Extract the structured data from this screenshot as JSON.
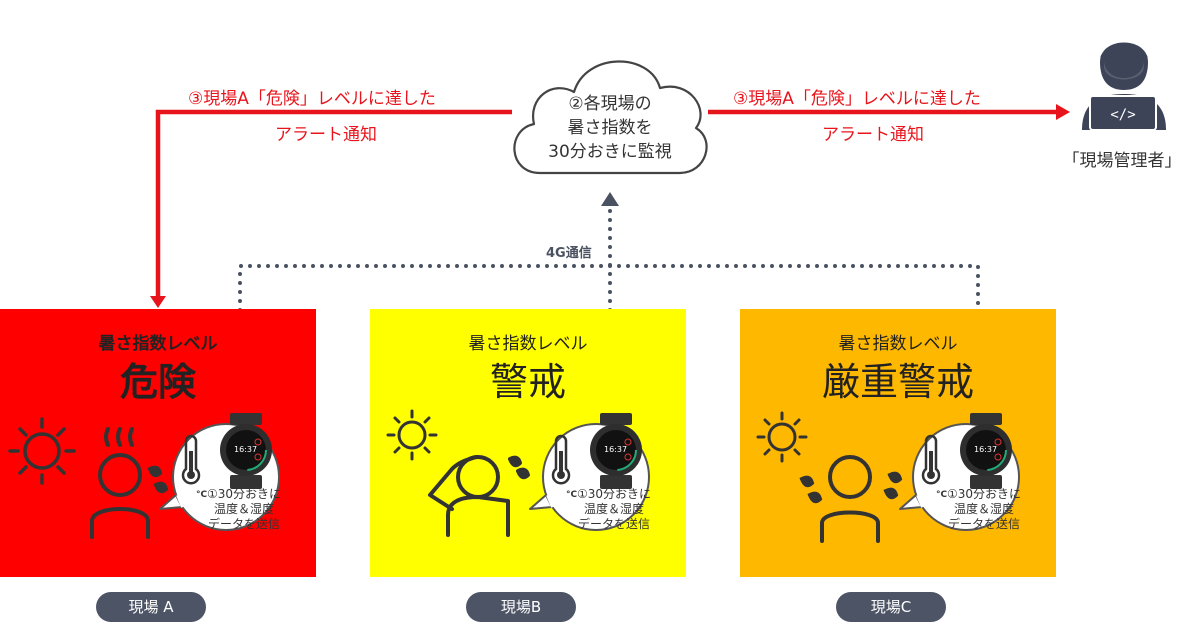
{
  "cloud": {
    "line1": "②各現場の",
    "line2": "暑さ指数を",
    "line3": "30分おきに監視"
  },
  "alert_left": {
    "line1": "③現場A「危険」レベルに達した",
    "line2": "アラート通知"
  },
  "alert_right": {
    "line1": "③現場A「危険」レベルに達した",
    "line2": "アラート通知"
  },
  "manager": {
    "label": "「現場管理者」",
    "icon": "code-icon"
  },
  "comm": {
    "label": "4G通信"
  },
  "sites": [
    {
      "heading": "暑さ指数レベル",
      "level": "危険",
      "bubble": [
        "①30分おきに",
        "温度＆湿度",
        "データを送信"
      ],
      "pill": "現場 A",
      "color": "#ff0000"
    },
    {
      "heading": "暑さ指数レベル",
      "level": "警戒",
      "bubble": [
        "①30分おきに",
        "温度＆湿度",
        "データを送信"
      ],
      "pill": "現場B",
      "color": "#ffff00"
    },
    {
      "heading": "暑さ指数レベル",
      "level": "厳重警戒",
      "bubble": [
        "①30分おきに",
        "温度＆湿度",
        "データを送信"
      ],
      "pill": "現場C",
      "color": "#ffb800"
    }
  ],
  "watch": {
    "time": "16:37",
    "icon": "smartwatch-icon"
  },
  "colors": {
    "alert": "#e8141c",
    "dotted": "#4a5261",
    "pill": "#4d5466"
  }
}
